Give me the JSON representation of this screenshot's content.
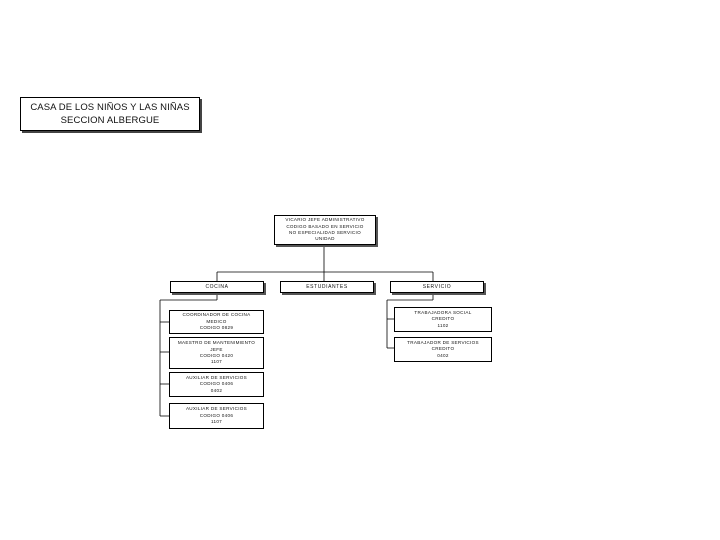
{
  "title": {
    "line1": "CASA DE LOS NIÑOS Y LAS NIÑAS",
    "line2": "SECCION ALBERGUE"
  },
  "root": {
    "lines": [
      "VICARIO JEFE ADMINISTRATIVO",
      "CODIGO BASADO EN SERVICIO",
      "NO ESPECIALIDAD SERVICIO",
      "UNIDAD"
    ]
  },
  "branches": [
    {
      "label": "COCINA"
    },
    {
      "label": "ESTUDIANTES"
    },
    {
      "label": "SERVICIO"
    }
  ],
  "left_children": [
    {
      "lines": [
        "COORDINADOR DE COCINA",
        "MEDICO",
        "CODIGO 0829"
      ]
    },
    {
      "lines": [
        "MAESTRO DE MANTENIMIENTO",
        "JEFE",
        "CODIGO 0420",
        "1107"
      ]
    },
    {
      "lines": [
        "AUXILIAR DE SERVICIOS",
        "CODIGO 0406",
        "0402"
      ]
    },
    {
      "lines": [
        "AUXILIAR DE SERVICIOS",
        "CODIGO 0406",
        "1107"
      ]
    }
  ],
  "right_children": [
    {
      "lines": [
        "TRABAJADORA SOCIAL",
        "CREDITO",
        "1102"
      ]
    },
    {
      "lines": [
        "TRABAJADOR DE SERVICIOS",
        "CREDITO",
        "0402"
      ]
    }
  ]
}
